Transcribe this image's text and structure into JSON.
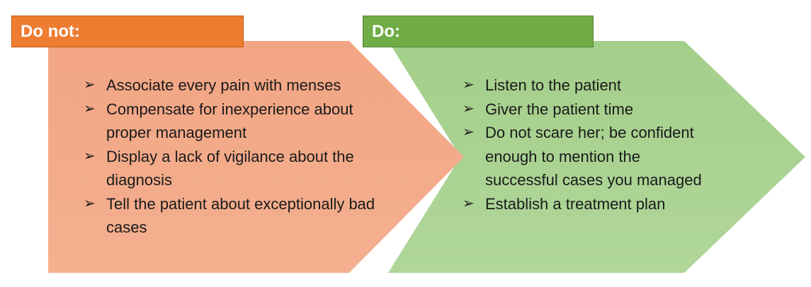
{
  "colors": {
    "left_header": "#ed7d31",
    "left_shape": "#f4b183",
    "right_header": "#70ad47",
    "right_shape": "#a9d18e",
    "text": "#1a1a1a"
  },
  "left": {
    "header": "Do not:",
    "items": [
      "Associate every pain with menses",
      "Compensate for inexperience about proper management",
      "Display a lack of vigilance about the diagnosis",
      "Tell the patient about exceptionally bad cases"
    ]
  },
  "right": {
    "header": "Do:",
    "items": [
      "Listen to the patient",
      "Giver the patient time",
      "Do not scare her; be confident enough to mention the successful cases you managed",
      "Establish a treatment plan"
    ]
  }
}
